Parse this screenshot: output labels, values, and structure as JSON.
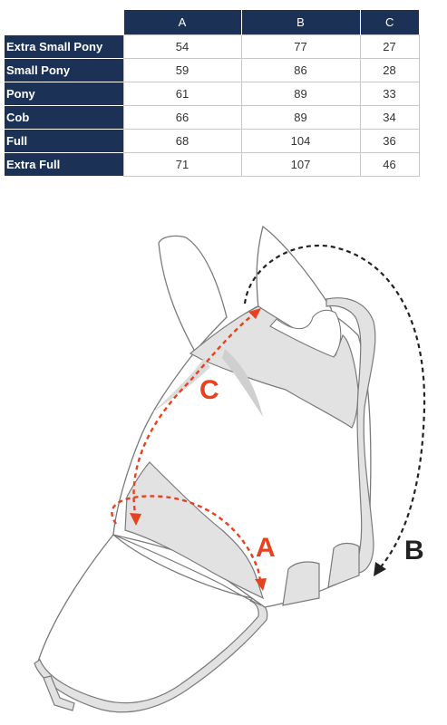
{
  "table": {
    "headers": [
      "A",
      "B",
      "C"
    ],
    "rows": [
      {
        "size": "Extra Small Pony",
        "values": [
          "54",
          "77",
          "27"
        ]
      },
      {
        "size": "Small Pony",
        "values": [
          "59",
          "86",
          "28"
        ]
      },
      {
        "size": "Pony",
        "values": [
          "61",
          "89",
          "33"
        ]
      },
      {
        "size": "Cob",
        "values": [
          "66",
          "89",
          "34"
        ]
      },
      {
        "size": "Full",
        "values": [
          "68",
          "104",
          "36"
        ]
      },
      {
        "size": "Extra Full",
        "values": [
          "71",
          "107",
          "46"
        ]
      }
    ]
  },
  "diagram": {
    "label_a": "A",
    "label_b": "B",
    "label_c": "C",
    "colors": {
      "measure_red": "#e8411f",
      "measure_black": "#222222",
      "mask_fill": "#e2e2e2",
      "outline": "#7a7a7a",
      "header_navy": "#1b3156"
    }
  }
}
